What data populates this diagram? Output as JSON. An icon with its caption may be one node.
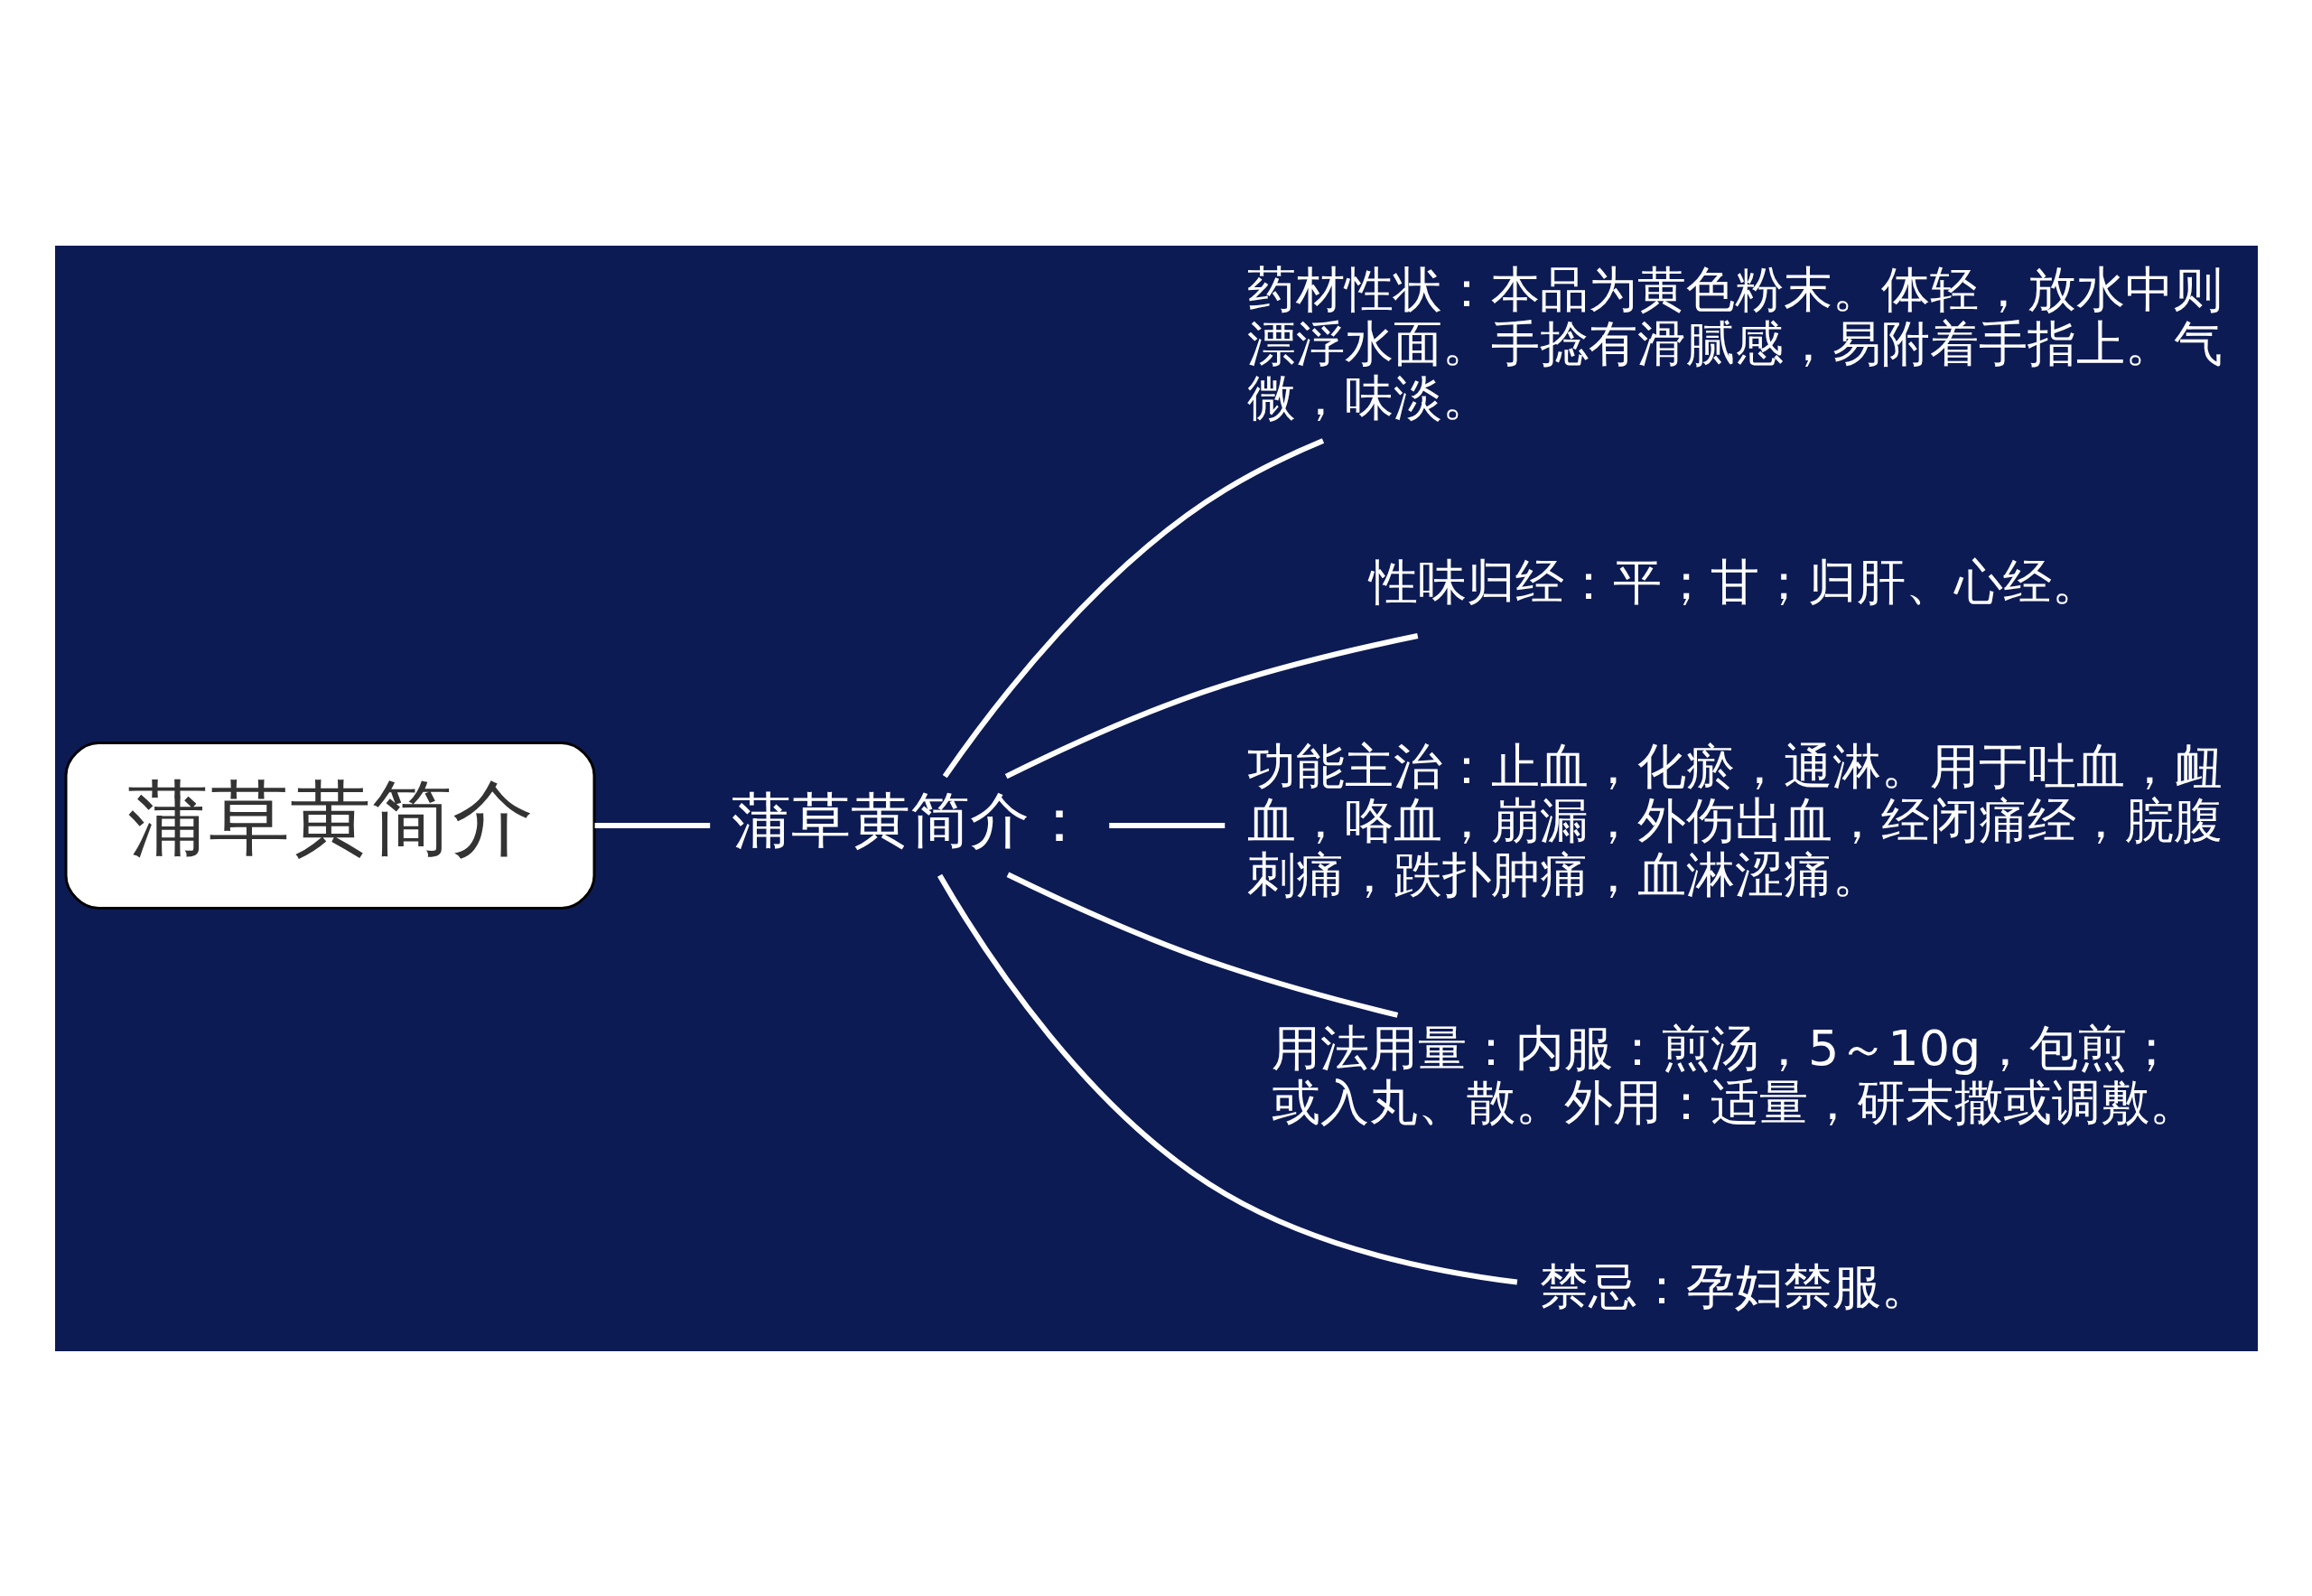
{
  "diagram": {
    "nodes": [
      {
        "text": [
          "蒲草黄简介"
        ]
      },
      {
        "text": [
          "蒲草黄简介："
        ]
      },
      {
        "text": [
          "药材性状：本品为黄色粉末。体轻，放水中则漂浮水面。手捻有滑腻感，易附着手指上。气微，味淡。"
        ]
      },
      {
        "text": [
          "性味归经：平；甘；归肝、心经。"
        ]
      },
      {
        "text": [
          "功能主治：止血，化瘀，通淋。用于吐血，衄血，咯血，崩漏，外伤出血，经闭痛经，脘腹刺痛，跌扑肿痛，血淋涩痛。"
        ]
      },
      {
        "text": [
          "用法用量：内服：煎汤，5～10g，包煎；或入丸、散。外用：适量，研末撒或调敷。"
        ]
      },
      {
        "text": [
          "禁忌：孕妇禁服。"
        ]
      }
    ],
    "edges": [
      {
        "from": 0,
        "to": 1,
        "arrow": "none"
      },
      {
        "from": 1,
        "to": 2,
        "arrow": "none"
      },
      {
        "from": 1,
        "to": 3,
        "arrow": "none"
      },
      {
        "from": 1,
        "to": 4,
        "arrow": "none"
      },
      {
        "from": 1,
        "to": 5,
        "arrow": "none"
      },
      {
        "from": 1,
        "to": 6,
        "arrow": "none"
      }
    ]
  }
}
